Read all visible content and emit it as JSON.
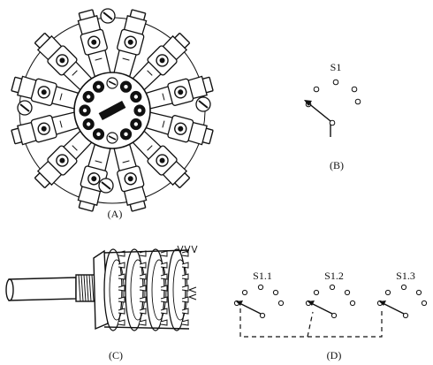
{
  "captions": {
    "a": "(A)",
    "b": "(B)",
    "c": "(C)",
    "d": "(D)"
  },
  "switch_labels": {
    "s1": "S1",
    "s1_1": "S1.1",
    "s1_2": "S1.2",
    "s1_3": "S1.3"
  },
  "colors": {
    "ink": "#111111",
    "paper": "#ffffff"
  }
}
